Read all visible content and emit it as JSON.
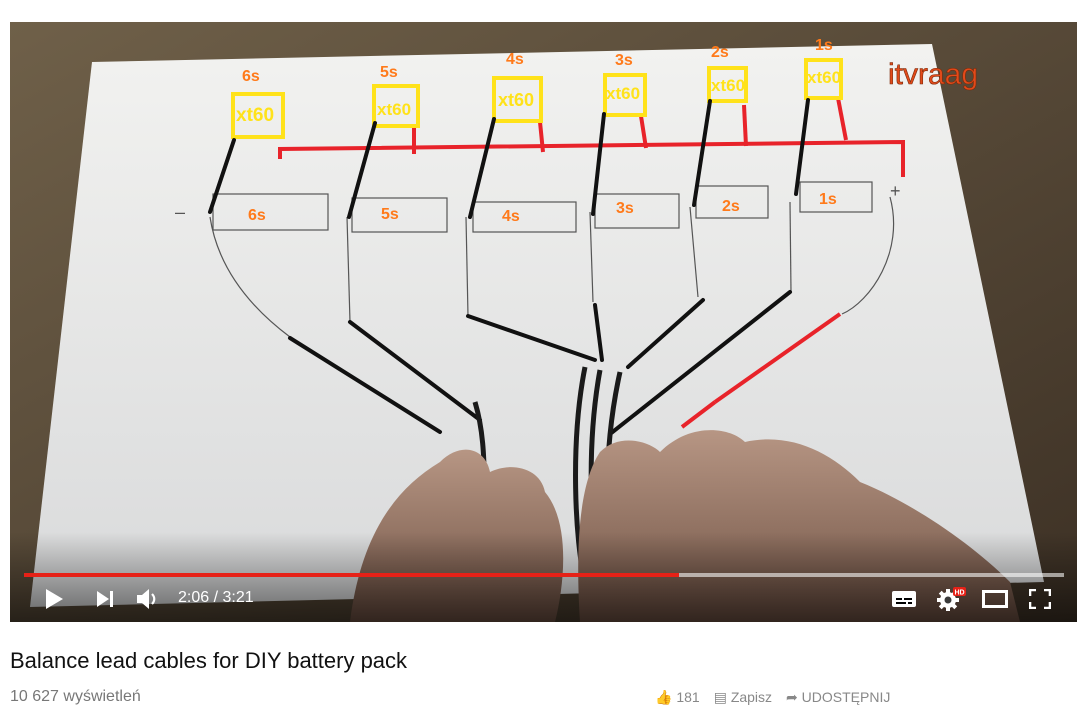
{
  "video": {
    "labels": {
      "cells": [
        "6s",
        "5s",
        "4s",
        "3s",
        "2s",
        "1s"
      ],
      "connector": "xt60",
      "minus": "–",
      "plus": "+",
      "watermark": "itvraag"
    },
    "progress_fraction": 0.63,
    "time_current": "2:06",
    "time_total": "3:21",
    "time_display": "2:06 / 3:21",
    "hd_badge": "HD"
  },
  "controls": {
    "icons": [
      "play-icon",
      "next-icon",
      "volume-icon",
      "subtitles-icon",
      "settings-icon",
      "theater-icon",
      "fullscreen-icon"
    ]
  },
  "title": "Balance lead cables for DIY battery pack",
  "views": "10 627 wyświetleń",
  "actions": {
    "like": "181",
    "save": "Zapisz",
    "share": "UDOSTĘPNIJ"
  },
  "colors": {
    "progress": "#e62117",
    "label_orange": "#ff7a1a",
    "box_yellow": "#ffe21a",
    "wire_red": "#e8232a"
  }
}
